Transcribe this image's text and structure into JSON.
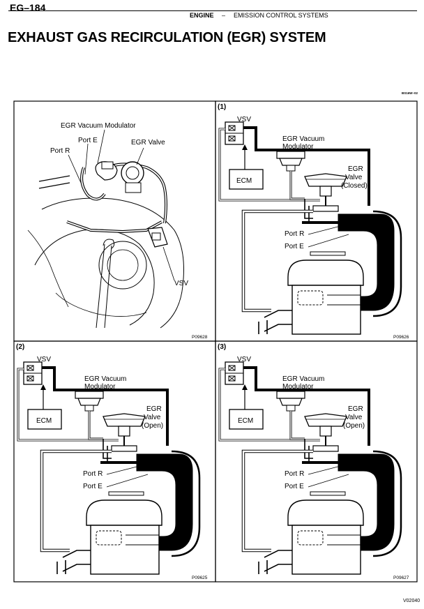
{
  "header": {
    "page_id": "EG–184",
    "section": "ENGINE",
    "separator": "–",
    "subsection": "EMISSION CONTROL SYSTEMS"
  },
  "title": "EXHAUST GAS RECIRCULATION (EGR) SYSTEM",
  "ref_code": "BS16W–02",
  "panels": {
    "overview": {
      "labels": {
        "modulator": "EGR Vacuum Modulator",
        "port_e": "Port E",
        "port_r": "Port R",
        "valve": "EGR Valve",
        "vsv": "VSV"
      },
      "code": "P09628"
    },
    "p1": {
      "caption": "(1)",
      "labels": {
        "vsv": "VSV",
        "modulator_1": "EGR Vacuum",
        "modulator_2": "Modulator",
        "valve_1": "EGR",
        "valve_2": "Valve",
        "valve_state": "(Closed)",
        "ecm": "ECM",
        "port_r": "Port R",
        "port_e": "Port E"
      },
      "code": "P09626"
    },
    "p2": {
      "caption": "(2)",
      "labels": {
        "vsv": "VSV",
        "modulator_1": "EGR Vacuum",
        "modulator_2": "Modulator",
        "valve_1": "EGR",
        "valve_2": "Valve",
        "valve_state": "(Open)",
        "ecm": "ECM",
        "port_r": "Port R",
        "port_e": "Port E"
      },
      "code": "P09625"
    },
    "p3": {
      "caption": "(3)",
      "labels": {
        "vsv": "VSV",
        "modulator_1": "EGR Vacuum",
        "modulator_2": "Modulator",
        "valve_1": "EGR",
        "valve_2": "Valve",
        "valve_state": "(Open)",
        "ecm": "ECM",
        "port_r": "Port R",
        "port_e": "Port E"
      },
      "code": "P09627"
    }
  },
  "footer_code": "V02040"
}
